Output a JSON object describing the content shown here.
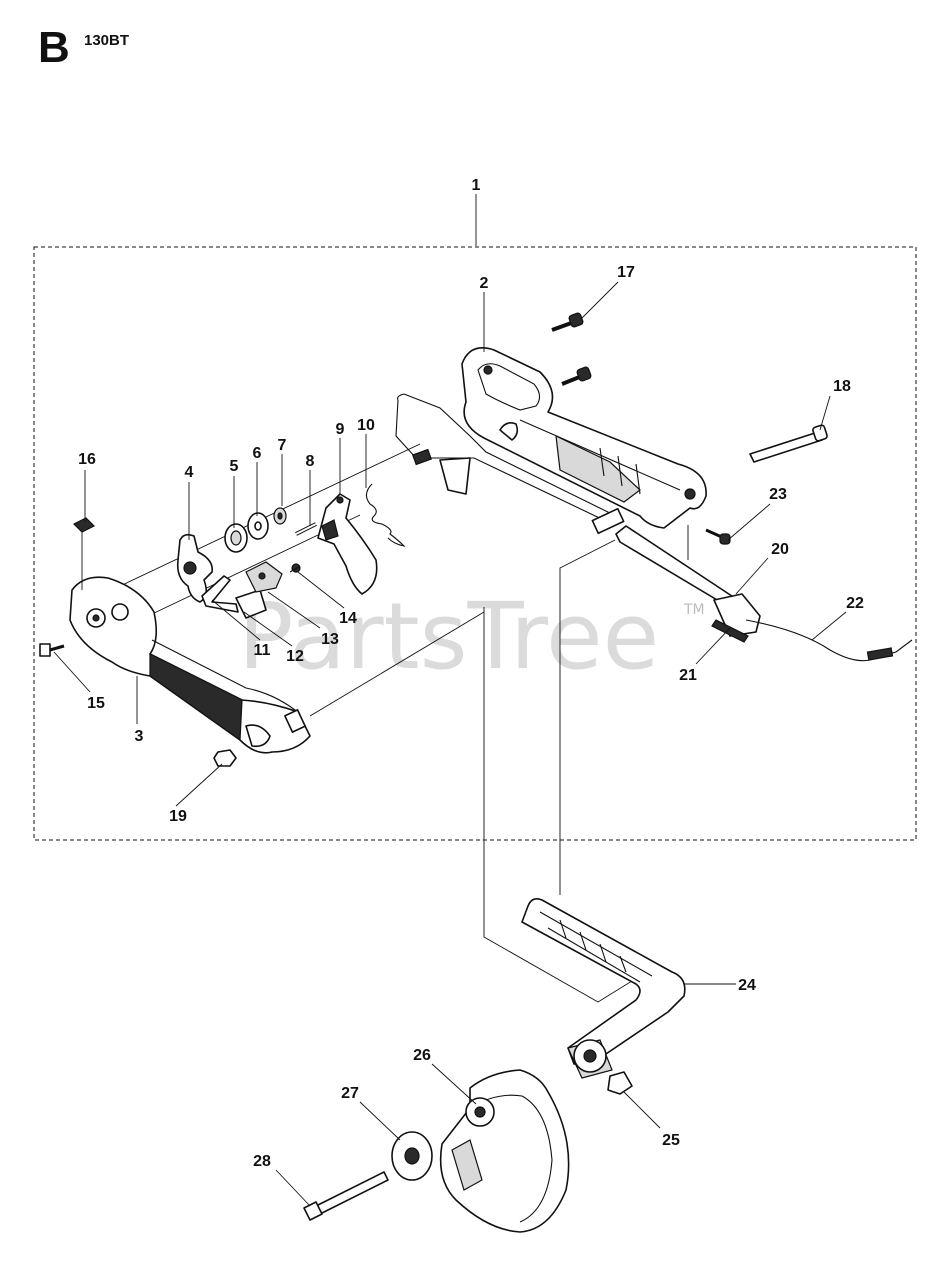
{
  "header": {
    "section": "B",
    "model": "130BT"
  },
  "watermark": {
    "text": "PartsTree",
    "trademark": "TM"
  },
  "callouts": [
    "1",
    "2",
    "3",
    "4",
    "5",
    "6",
    "7",
    "8",
    "9",
    "10",
    "11",
    "12",
    "13",
    "14",
    "15",
    "16",
    "17",
    "18",
    "19",
    "20",
    "21",
    "22",
    "23",
    "24",
    "25",
    "26",
    "27",
    "28"
  ]
}
